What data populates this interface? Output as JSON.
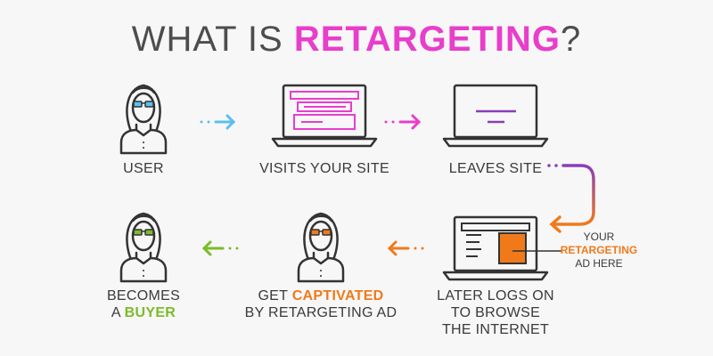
{
  "title": {
    "prefix": "WHAT IS ",
    "highlight": "RETARGETING",
    "suffix": "?"
  },
  "steps": {
    "user": "USER",
    "visits": "VISITS YOUR SITE",
    "leaves": "LEAVES SITE",
    "logs_line1": "LATER LOGS ON",
    "logs_line2": "TO BROWSE",
    "logs_line3": "THE INTERNET",
    "captivated_pre": "GET ",
    "captivated_hl": "CAPTIVATED",
    "captivated_line2": "BY RETARGETING AD",
    "buyer_line1": "BECOMES",
    "buyer_pre": "A ",
    "buyer_hl": "BUYER"
  },
  "ad_note": {
    "line1": "YOUR",
    "line2": "RETARGETING",
    "line3": "AD HERE"
  },
  "colors": {
    "blue": "#5bc0eb",
    "magenta": "#e83ecb",
    "purple": "#8a3fb6",
    "orange": "#f07a1a",
    "green": "#7dbb2a",
    "outline": "#333333"
  }
}
